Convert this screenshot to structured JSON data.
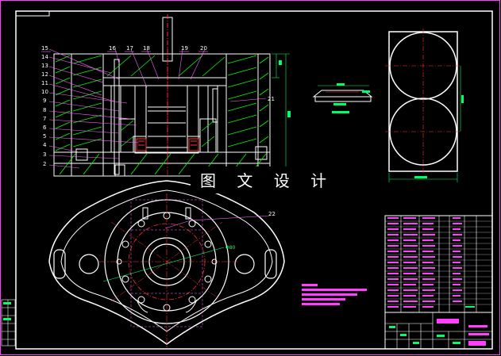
{
  "watermark": "图 文 设 计",
  "callouts": {
    "left": [
      "15",
      "14",
      "13",
      "12",
      "11",
      "10",
      "9",
      "8",
      "7",
      "6",
      "5",
      "4",
      "3",
      "2"
    ],
    "top": [
      "16",
      "17",
      "18",
      "19",
      "20"
    ],
    "right_21": "21",
    "plan_22": "22"
  },
  "plan_dimension": "Φ80",
  "colors": {
    "background": "#000000",
    "frame": "#ffffff",
    "section_hatch": "#00ff00",
    "section_outline": "#ffffff",
    "center_line": "#ff3030",
    "leader": "#ff66ff",
    "dimension": "#00ff66",
    "title_block": "#ff66ff"
  }
}
